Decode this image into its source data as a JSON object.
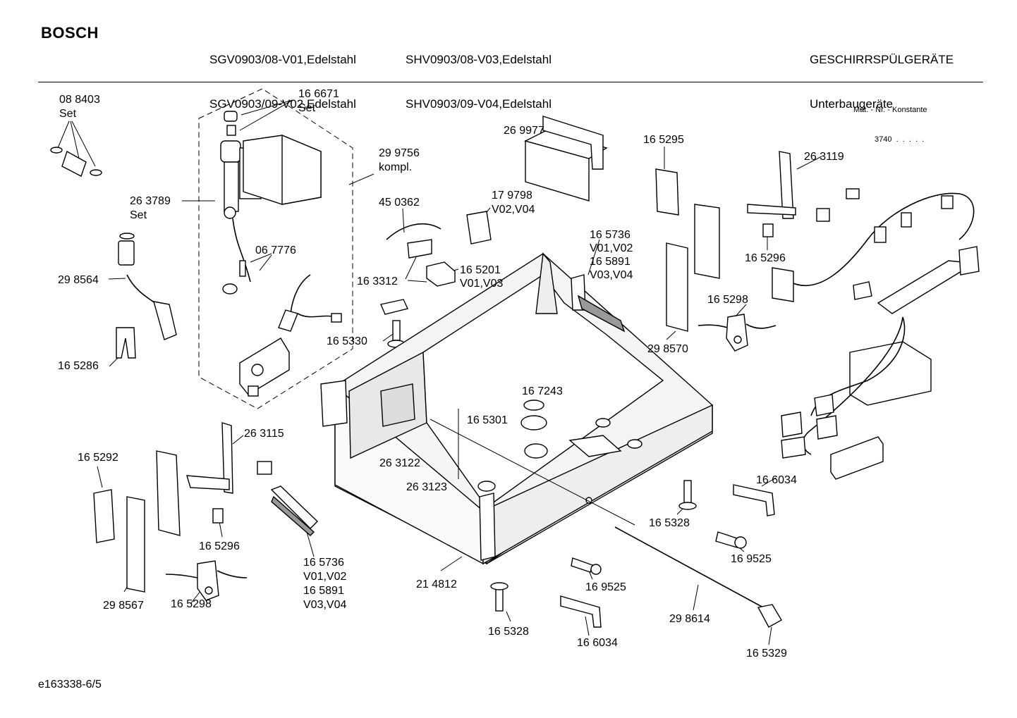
{
  "header": {
    "brand": "BOSCH",
    "models_left": [
      "SGV0903/08-V01,Edelstahl",
      "SGV0903/09-V02,Edelstahl"
    ],
    "models_right": [
      "SHV0903/08-V03,Edelstahl",
      "SHV0903/09-V04,Edelstahl"
    ],
    "category": [
      "GESCHIRRSPÜLGERÄTE",
      "Unterbaugeräte"
    ],
    "konstante": [
      "Mat. - Nr. - Konstante",
      "3740  .  .  .  .  ."
    ]
  },
  "footer": {
    "doc_id": "e163338-6/5"
  },
  "labels": [
    [
      "08 8403",
      "Set"
    ],
    [
      "16 6671",
      "Set"
    ],
    [
      "29 9756",
      "kompl."
    ],
    [
      "26 3789",
      "Set"
    ],
    [
      "29 8564"
    ],
    [
      "06 7776"
    ],
    [
      "16 5286"
    ],
    [
      "45 0362"
    ],
    [
      "17 9798",
      "V02,V04"
    ],
    [
      "26 9977"
    ],
    [
      "16 5295"
    ],
    [
      "26 3119"
    ],
    [
      "16 5296"
    ],
    [
      "16 5736",
      "V01,V02",
      "16 5891",
      "V03,V04"
    ],
    [
      "16 3312"
    ],
    [
      "16 5201",
      "V01,V03"
    ],
    [
      "16 5330"
    ],
    [
      "16 5298"
    ],
    [
      "29 8570"
    ],
    [
      "16 7243"
    ],
    [
      "16 5301"
    ],
    [
      "26 3115"
    ],
    [
      "16 5292"
    ],
    [
      "26 3122"
    ],
    [
      "26 3123"
    ],
    [
      "16 5296"
    ],
    [
      "16 5736",
      "V01,V02",
      "16 5891",
      "V03,V04"
    ],
    [
      "29 8567"
    ],
    [
      "16 5298"
    ],
    [
      "21 4812"
    ],
    [
      "16 6034"
    ],
    [
      "16 5328"
    ],
    [
      "16 9525"
    ],
    [
      "16 9525"
    ],
    [
      "16 5328"
    ],
    [
      "16 6034"
    ],
    [
      "29 8614"
    ],
    [
      "16 5329"
    ]
  ]
}
